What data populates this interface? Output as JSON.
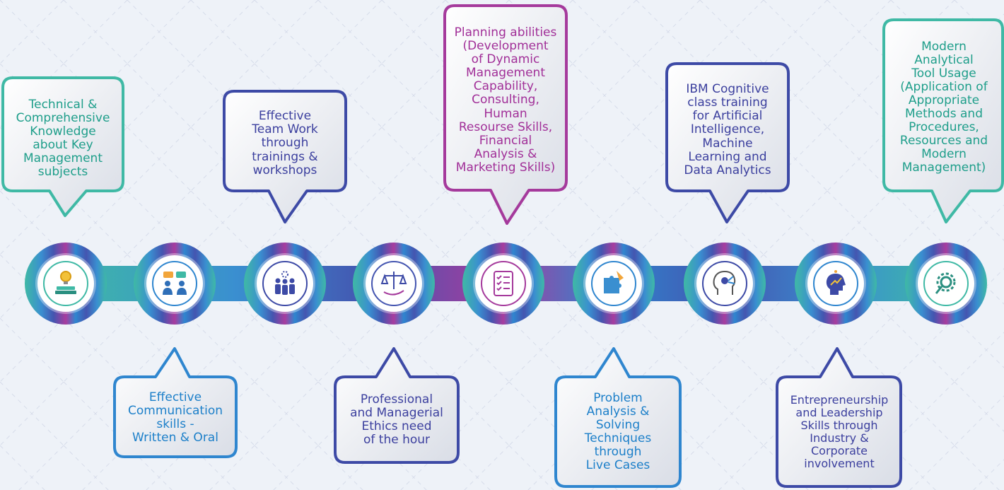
{
  "colors": {
    "teal": "#3fb9a5",
    "navy": "#3d4aa6",
    "purple": "#a53a9c",
    "blue": "#2f86cf",
    "tealText": "#1e9e8a",
    "navyText": "#3b3f9e",
    "purpleText": "#a12f98",
    "blueText": "#1c7fc9"
  },
  "top_items": [
    {
      "text": "Technical &\nComprehensive\nKnowledge\nabout Key\nManagement\nsubjects"
    },
    {
      "text": "Effective\nTeam Work\nthrough\ntrainings &\nworkshops"
    },
    {
      "text": "Planning abilities\n(Development\nof Dynamic\nManagement\nCapability,\nConsulting,\nHuman\nResourse Skills,\nFinancial\nAnalysis &\nMarketing Skills)"
    },
    {
      "text": "IBM Cognitive\nclass training\nfor Artificial\nIntelligence,\nMachine\nLearning and\nData Analytics"
    },
    {
      "text": "Modern\nAnalytical\nTool Usage\n(Application of\nAppropriate\nMethods and\nProcedures,\nResources and\nModern\nManagement)"
    }
  ],
  "bottom_items": [
    {
      "text": "Effective\nCommunication\nskills -\nWritten & Oral"
    },
    {
      "text": "Professional\nand Managerial\nEthics need\nof the hour"
    },
    {
      "text": "Problem\nAnalysis &\nSolving\nTechniques\nthrough\nLive Cases"
    },
    {
      "text": "Entrepreneurship\nand Leadership\nSkills through\nIndustry &\nCorporate\ninvolvement"
    }
  ],
  "icons": [
    "lightbulb-books-icon",
    "discussion-icon",
    "team-gear-icon",
    "scales-of-justice-icon",
    "checklist-icon",
    "puzzle-hand-icon",
    "ai-brain-icon",
    "growth-head-icon",
    "gear-magnifier-icon"
  ]
}
